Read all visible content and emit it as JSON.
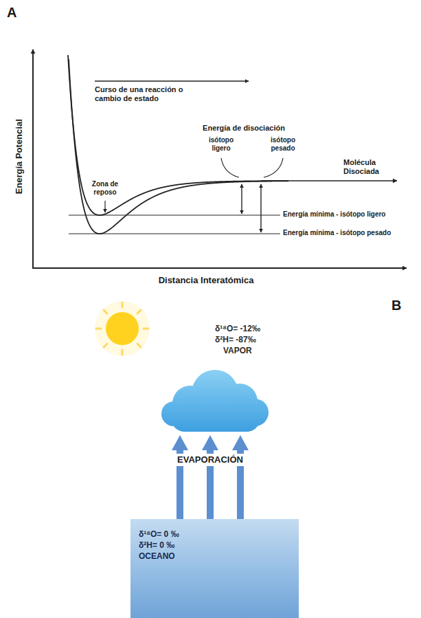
{
  "diagram": {
    "nodes": [
      {
        "text": [
          "δ¹⁸O= -12‰",
          "δ²H= -87‰",
          "VAPOR"
        ]
      },
      {
        "text": [
          "δ¹⁸O= 0 ‰",
          "δ²H= 0 ‰",
          "OCEANO"
        ]
      }
    ],
    "edges": [
      {
        "from": 1,
        "to": 0,
        "arrow": "to"
      },
      {
        "from": 1,
        "to": 0,
        "arrow": "to"
      },
      {
        "from": 1,
        "to": 0,
        "arrow": "to"
      }
    ],
    "labels": [
      "A",
      "Energía Potencial",
      "Curso de una reacción o cambio de estado",
      "Zona de reposo",
      "Energía de disociación",
      "isótopo ligero",
      "isótopo pesado",
      "Molécula Disociada",
      "Energía mínima - isótopo ligero",
      "Energía mínima - isótopo pesado",
      "Distancia Interatómica",
      "B",
      "EVAPORACIÓN"
    ]
  }
}
